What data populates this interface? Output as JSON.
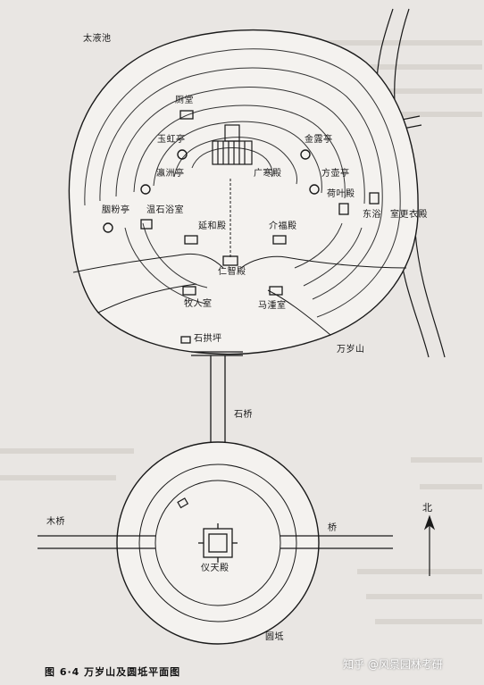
{
  "map": {
    "labels": {
      "taiyechi": "太液池",
      "cetang": "厕堂",
      "yuhongting": "玉虹亭",
      "jinluting": "金露亭",
      "yingzhouting": "瀛洲亭",
      "guanghandian": "广寒殿",
      "fanghuting": "方壶亭",
      "heyedian": "荷叶殿",
      "dongyu": "东浴",
      "shigengyidian": "室更衣殿",
      "yanfenting": "胭粉亭",
      "wenshiyushi": "温石浴室",
      "yanhedian": "延和殿",
      "jiefudian": "介福殿",
      "renzhidian": "仁智殿",
      "muren_shi": "牧人室",
      "madoushi": "马湩室",
      "shigongping": "石拱坪",
      "wansuishan": "万岁山",
      "shiqiao": "石桥",
      "muqiao": "木桥",
      "bei": "北",
      "qiao": "桥",
      "yitiandian": "仪天殿",
      "yuantuo": "圆坻"
    },
    "caption": "图 6·4 万岁山及圆坻平面图",
    "watermark": "知乎 @风景园林考研"
  },
  "colors": {
    "ink": "#1a1a1a",
    "paper": "#e9e6e3",
    "island": "#f4f2ef"
  }
}
